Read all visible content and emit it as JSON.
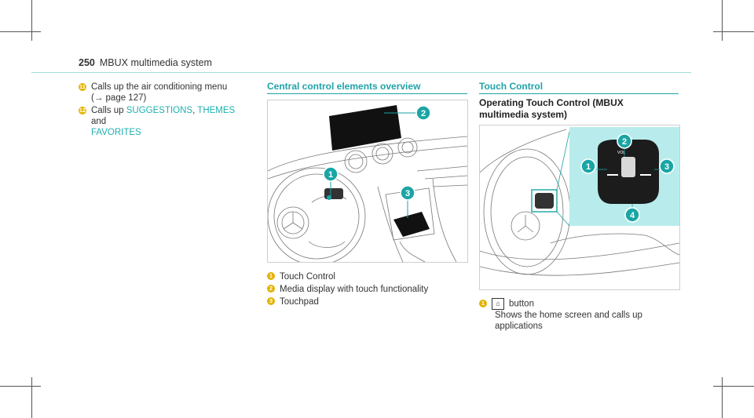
{
  "header": {
    "page_number": "250",
    "title": "MBUX multimedia system"
  },
  "left_column": {
    "items": [
      {
        "number": "11",
        "text": "Calls up the air conditioning menu",
        "ref": "(→ page 127)"
      },
      {
        "number": "12",
        "prefix": "Calls up ",
        "link1": "SUGGESTIONS",
        "sep": ", ",
        "link2": "THEMES",
        "and": " and",
        "link3": "FAVORITES"
      }
    ]
  },
  "middle_column": {
    "title": "Central control elements overview",
    "callouts": [
      "1",
      "2",
      "3"
    ],
    "legend": [
      {
        "number": "1",
        "text": "Touch Control"
      },
      {
        "number": "2",
        "text": "Media display with touch functionality"
      },
      {
        "number": "3",
        "text": "Touchpad"
      }
    ]
  },
  "right_column": {
    "title": "Touch Control",
    "subtitle": "Operating Touch Control (MBUX multimedia system)",
    "callouts": [
      "1",
      "2",
      "3",
      "4"
    ],
    "button_labels": {
      "vol": "VOL"
    },
    "legend": [
      {
        "number": "1",
        "icon": "home-icon",
        "label": "button",
        "desc": "Shows the home screen and calls up applications"
      }
    ]
  },
  "colors": {
    "accent": "#1fa3a8",
    "badge": "#e2b300",
    "inset_bg": "#b8ecec"
  }
}
